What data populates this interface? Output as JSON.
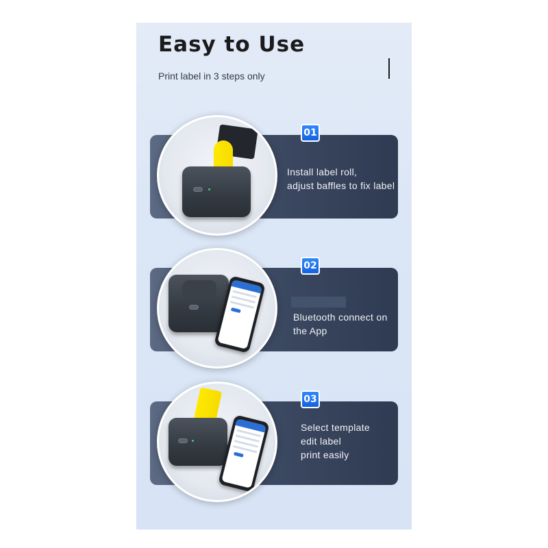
{
  "header": {
    "title": "Easy to Use",
    "subtitle": "Print label in 3 steps only"
  },
  "steps": [
    {
      "badge": "01",
      "lines": [
        "Install label roll,",
        "adjust baffles to fix label"
      ],
      "image": "printer-open-with-yellow-label-roll"
    },
    {
      "badge": "02",
      "lines": [
        "Bluetooth connect on",
        "the App"
      ],
      "image": "printer-and-phone-with-app"
    },
    {
      "badge": "03",
      "lines": [
        "Select template",
        "edit label",
        "print easily"
      ],
      "image": "printer-printing-yellow-label-and-phone"
    }
  ],
  "colors": {
    "badge_blue": "#1f74f2",
    "card_dark": "#3d4a63",
    "label_yellow": "#ffe900",
    "panel_bg": "#dbe6f6"
  }
}
